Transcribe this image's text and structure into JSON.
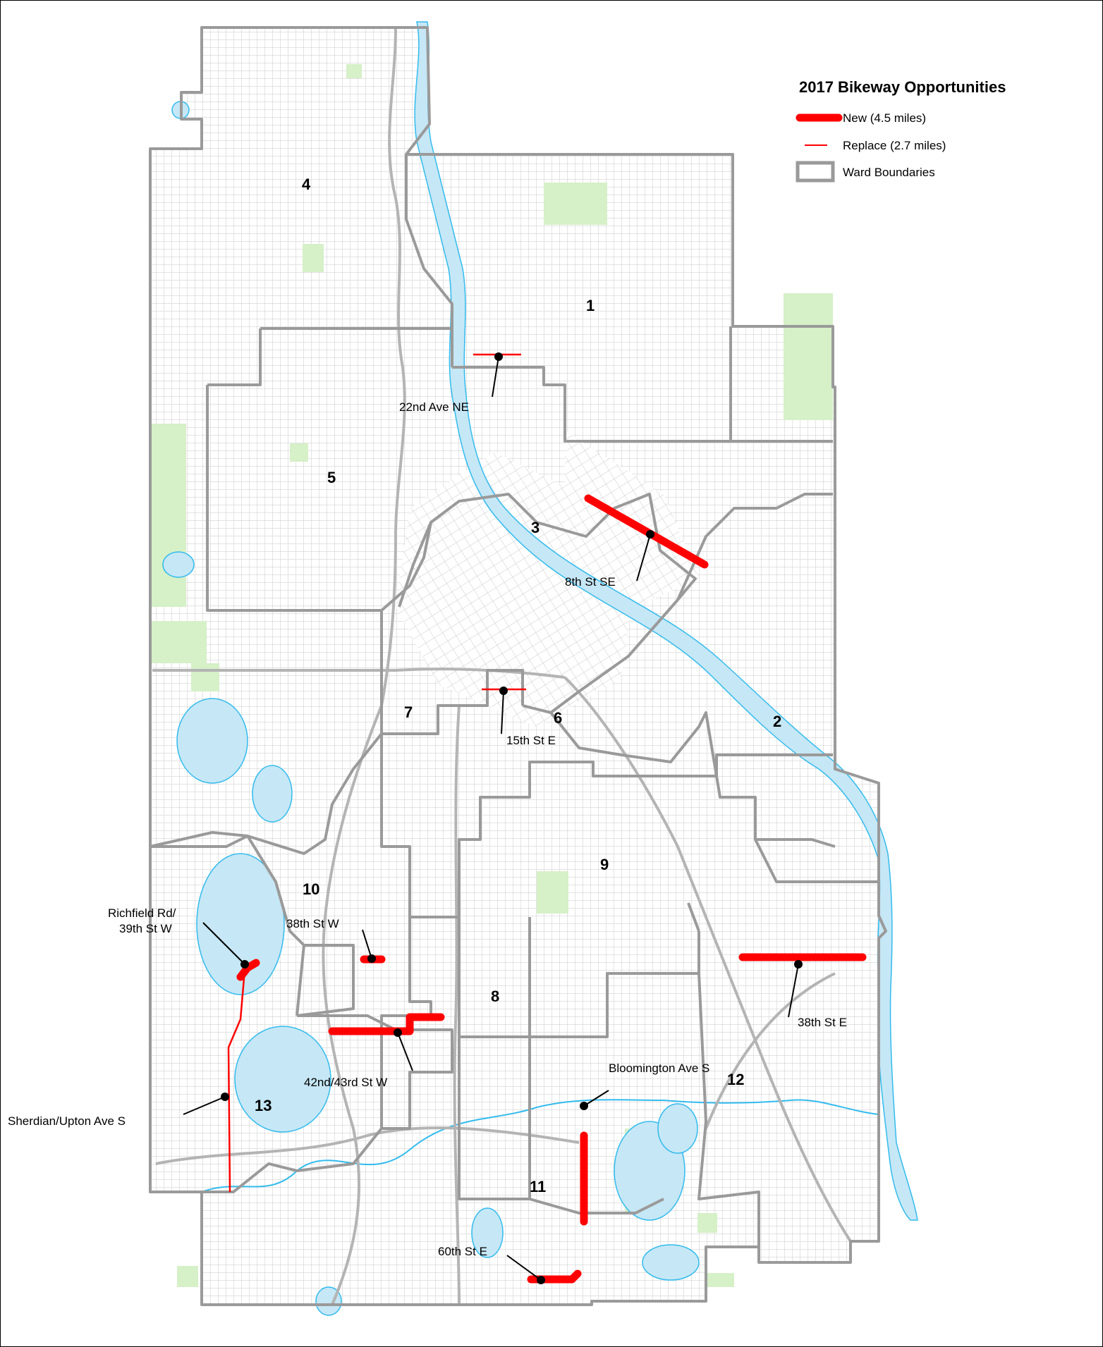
{
  "legend": {
    "title": "2017 Bikeway Opportunities",
    "items": [
      {
        "label": "New (4.5 miles)",
        "symbol": "thick-red-line",
        "color": "#ff0000"
      },
      {
        "label": "Replace (2.7 miles)",
        "symbol": "thin-red-line",
        "color": "#ff0000"
      },
      {
        "label": "Ward Boundaries",
        "symbol": "gray-outline-box",
        "color": "#999999"
      }
    ]
  },
  "colors": {
    "new_bikeway": "#ff0000",
    "replace_bikeway": "#ff0000",
    "ward_boundary": "#9a9a9a",
    "street": "#c8c8c8",
    "water": "#c6e7f5",
    "river_edge": "#33bbee",
    "park": "#d6f0c8"
  },
  "wards": [
    "1",
    "2",
    "3",
    "4",
    "5",
    "6",
    "7",
    "8",
    "9",
    "10",
    "11",
    "12",
    "13"
  ],
  "callouts": [
    {
      "label": "22nd Ave NE",
      "type": "replace"
    },
    {
      "label": "8th St SE",
      "type": "new"
    },
    {
      "label": "15th St E",
      "type": "replace"
    },
    {
      "label": "38th St W",
      "type": "new"
    },
    {
      "label": "Richfield Rd/",
      "label2": "39th St W",
      "type": "new"
    },
    {
      "label": "42nd/43rd St W",
      "type": "new"
    },
    {
      "label": "38th St E",
      "type": "new"
    },
    {
      "label": "Bloomington Ave S",
      "type": "new"
    },
    {
      "label": "Sherdian/Upton Ave S",
      "type": "replace"
    },
    {
      "label": "60th St E",
      "type": "new"
    }
  ]
}
